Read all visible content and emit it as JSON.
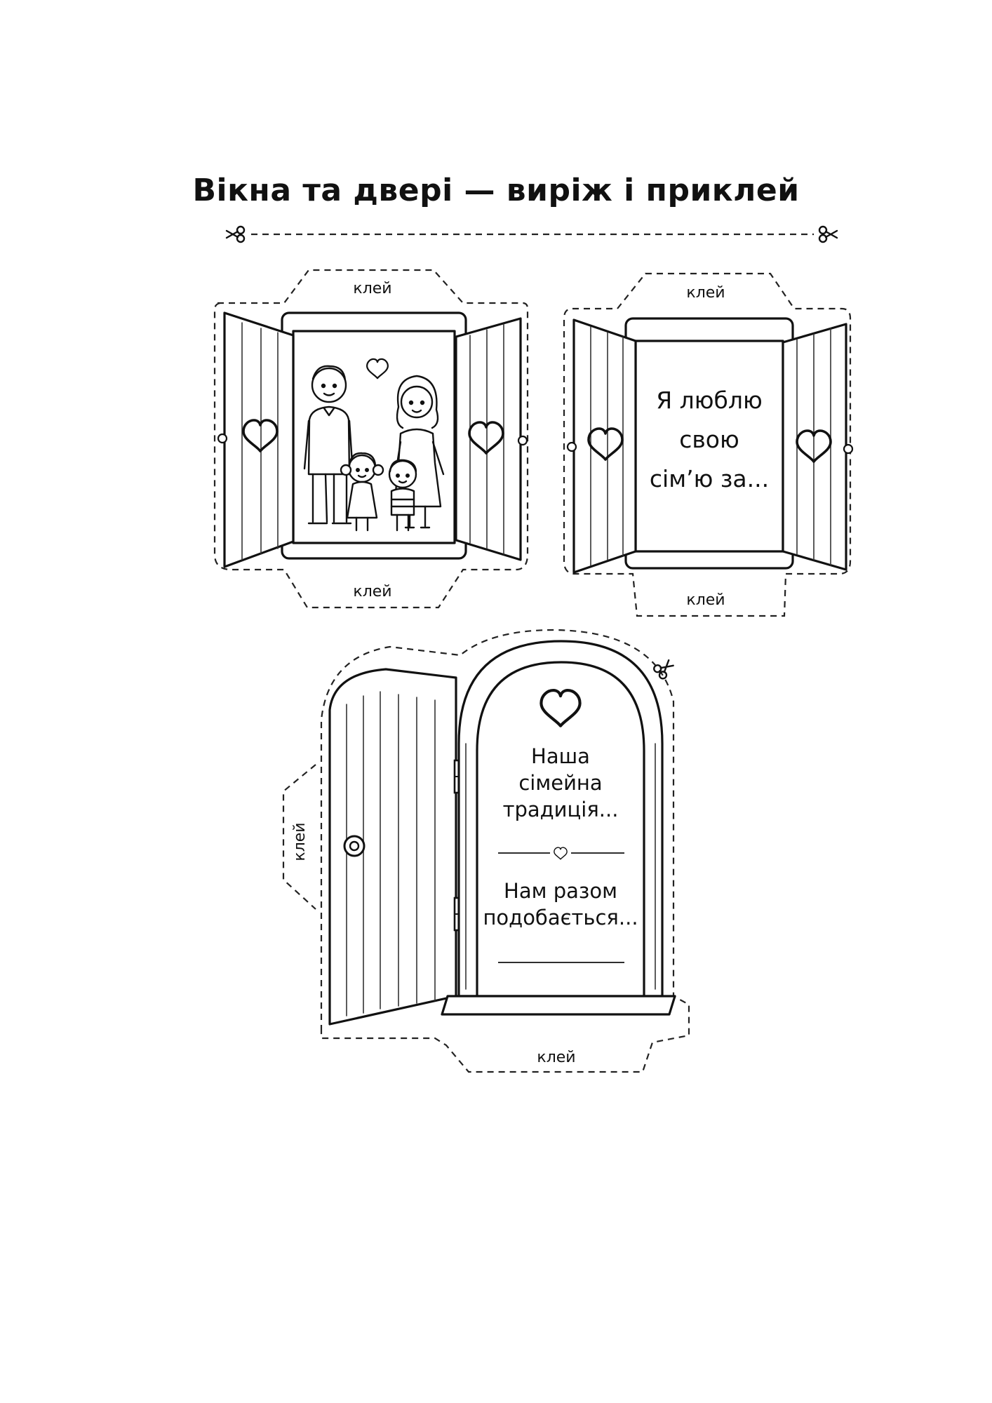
{
  "page": {
    "title": "Вікна та двері — виріж і приклей"
  },
  "window_left": {
    "glue_top": "клей",
    "glue_bottom": "клей",
    "picture": "family-illustration"
  },
  "window_right": {
    "glue_top": "клей",
    "glue_bottom": "клей",
    "text_line1": "Я люблю",
    "text_line2": "свою",
    "text_line3": "сім’ю за..."
  },
  "door": {
    "glue_side": "клей",
    "glue_bottom": "клей",
    "text1_line1": "Наша",
    "text1_line2": "сімейна",
    "text1_line3": "традиція...",
    "text2_line1": "Нам разом",
    "text2_line2": "подобається..."
  },
  "icons": [
    "scissors-icon",
    "heart-icon",
    "knob-icon",
    "hinge-icon"
  ]
}
